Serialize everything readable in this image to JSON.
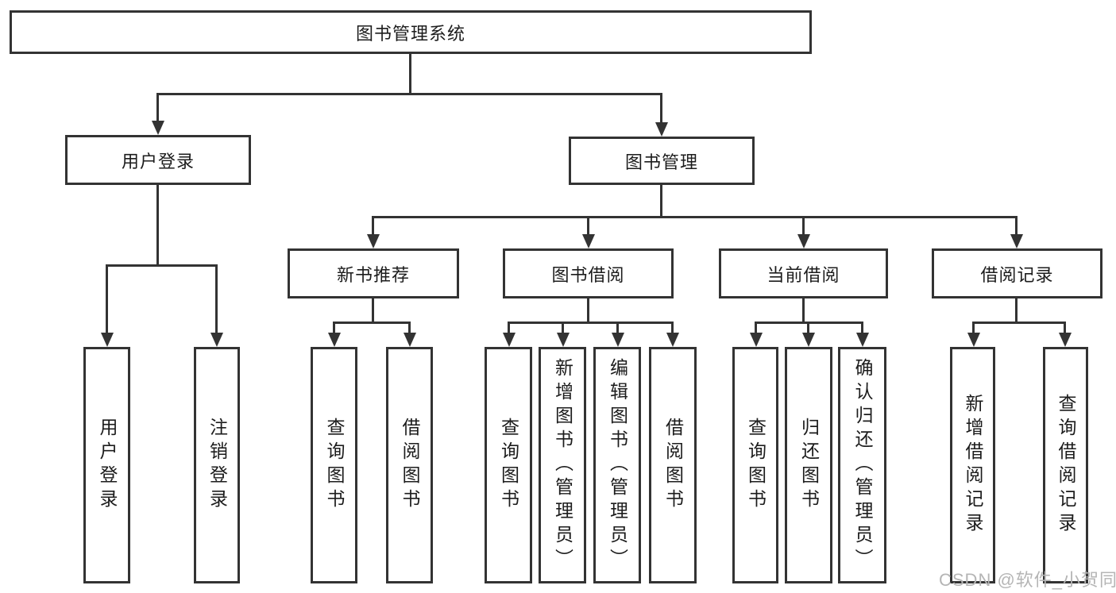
{
  "tree": {
    "label": "图书管理系统",
    "children": [
      {
        "label": "用户登录",
        "leaves": [
          "用户登录",
          "注销登录"
        ]
      },
      {
        "label": "图书管理",
        "children": [
          {
            "label": "新书推荐",
            "leaves": [
              "查询图书",
              "借阅图书"
            ]
          },
          {
            "label": "图书借阅",
            "leaves": [
              "查询图书",
              "新增图书（管理员）",
              "编辑图书（管理员）",
              "借阅图书"
            ]
          },
          {
            "label": "当前借阅",
            "leaves": [
              "查询图书",
              "归还图书",
              "确认归还（管理员）"
            ]
          },
          {
            "label": "借阅记录",
            "leaves": [
              "新增借阅记录",
              "查询借阅记录"
            ]
          }
        ]
      }
    ]
  },
  "watermark": "CSDN @软件_小贺同学",
  "colors": {
    "line": "#333333",
    "text": "#1c1c1c",
    "watermark": "#b5b5b5",
    "background": "#ffffff"
  }
}
